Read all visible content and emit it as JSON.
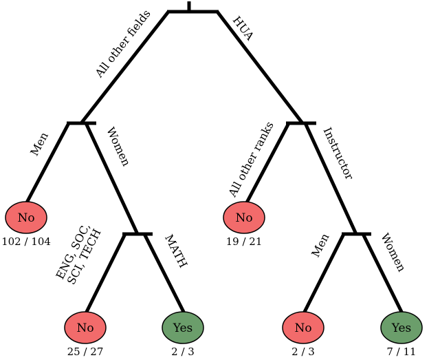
{
  "colors": {
    "no": "#f26b6b",
    "yes": "#6b9e6b",
    "line": "#000000"
  },
  "edges": {
    "root_left": "All other fields",
    "root_right": "HUA",
    "men": "Men",
    "women": "Women",
    "all_other_ranks": "All other ranks",
    "instructor": "Instructor",
    "eng_line1": "ENG, SOC,",
    "eng_line2": "SCI, TECH",
    "math": "MATH",
    "instr_men": "Men",
    "instr_women": "Women"
  },
  "leaves": [
    {
      "label": "No",
      "count": "102 / 104",
      "class": "no"
    },
    {
      "label": "No",
      "count": "19 / 21",
      "class": "no"
    },
    {
      "label": "No",
      "count": "25 / 27",
      "class": "no"
    },
    {
      "label": "Yes",
      "count": "2 / 3",
      "class": "yes"
    },
    {
      "label": "No",
      "count": "2 / 3",
      "class": "no"
    },
    {
      "label": "Yes",
      "count": "7 / 11",
      "class": "yes"
    }
  ]
}
